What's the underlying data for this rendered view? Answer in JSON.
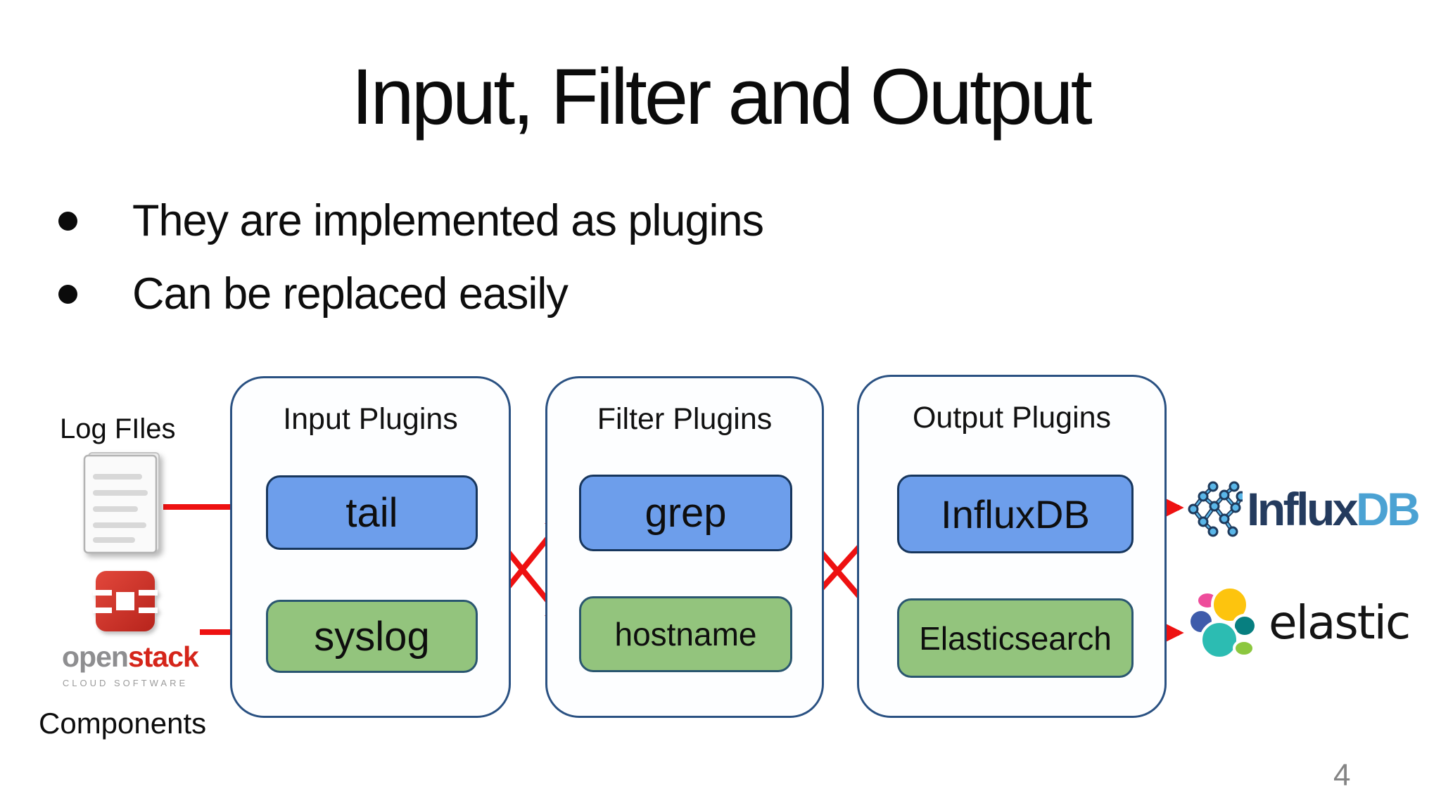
{
  "slide": {
    "title": "Input, Filter and Output",
    "bullets": [
      "They are implemented as plugins",
      "Can be replaced easily"
    ],
    "page_number": "4"
  },
  "diagram": {
    "log_files_label": "Log FIles",
    "components_label": "Components",
    "openstack_logo": {
      "word_primary": "open",
      "word_secondary": "stack",
      "tagline": "CLOUD SOFTWARE"
    },
    "groups": [
      {
        "title": "Input Plugins",
        "items": [
          {
            "label": "tail",
            "color": "blue"
          },
          {
            "label": "syslog",
            "color": "green"
          }
        ]
      },
      {
        "title": "Filter Plugins",
        "items": [
          {
            "label": "grep",
            "color": "blue"
          },
          {
            "label": "hostname",
            "color": "green"
          }
        ]
      },
      {
        "title": "Output Plugins",
        "items": [
          {
            "label": "InfluxDB",
            "color": "blue"
          },
          {
            "label": "Elasticsearch",
            "color": "green"
          }
        ]
      }
    ],
    "influxdb_logo": {
      "word_primary": "Influx",
      "word_secondary": "DB"
    },
    "elastic_logo": {
      "word": "elastic"
    },
    "colors": {
      "node_blue_fill": "#6d9eeb",
      "node_blue_border": "#17365d",
      "node_green_fill": "#93c47d",
      "node_green_border": "#2a5670",
      "group_border": "#2a5182",
      "arrow_red": "#ee1111"
    }
  }
}
